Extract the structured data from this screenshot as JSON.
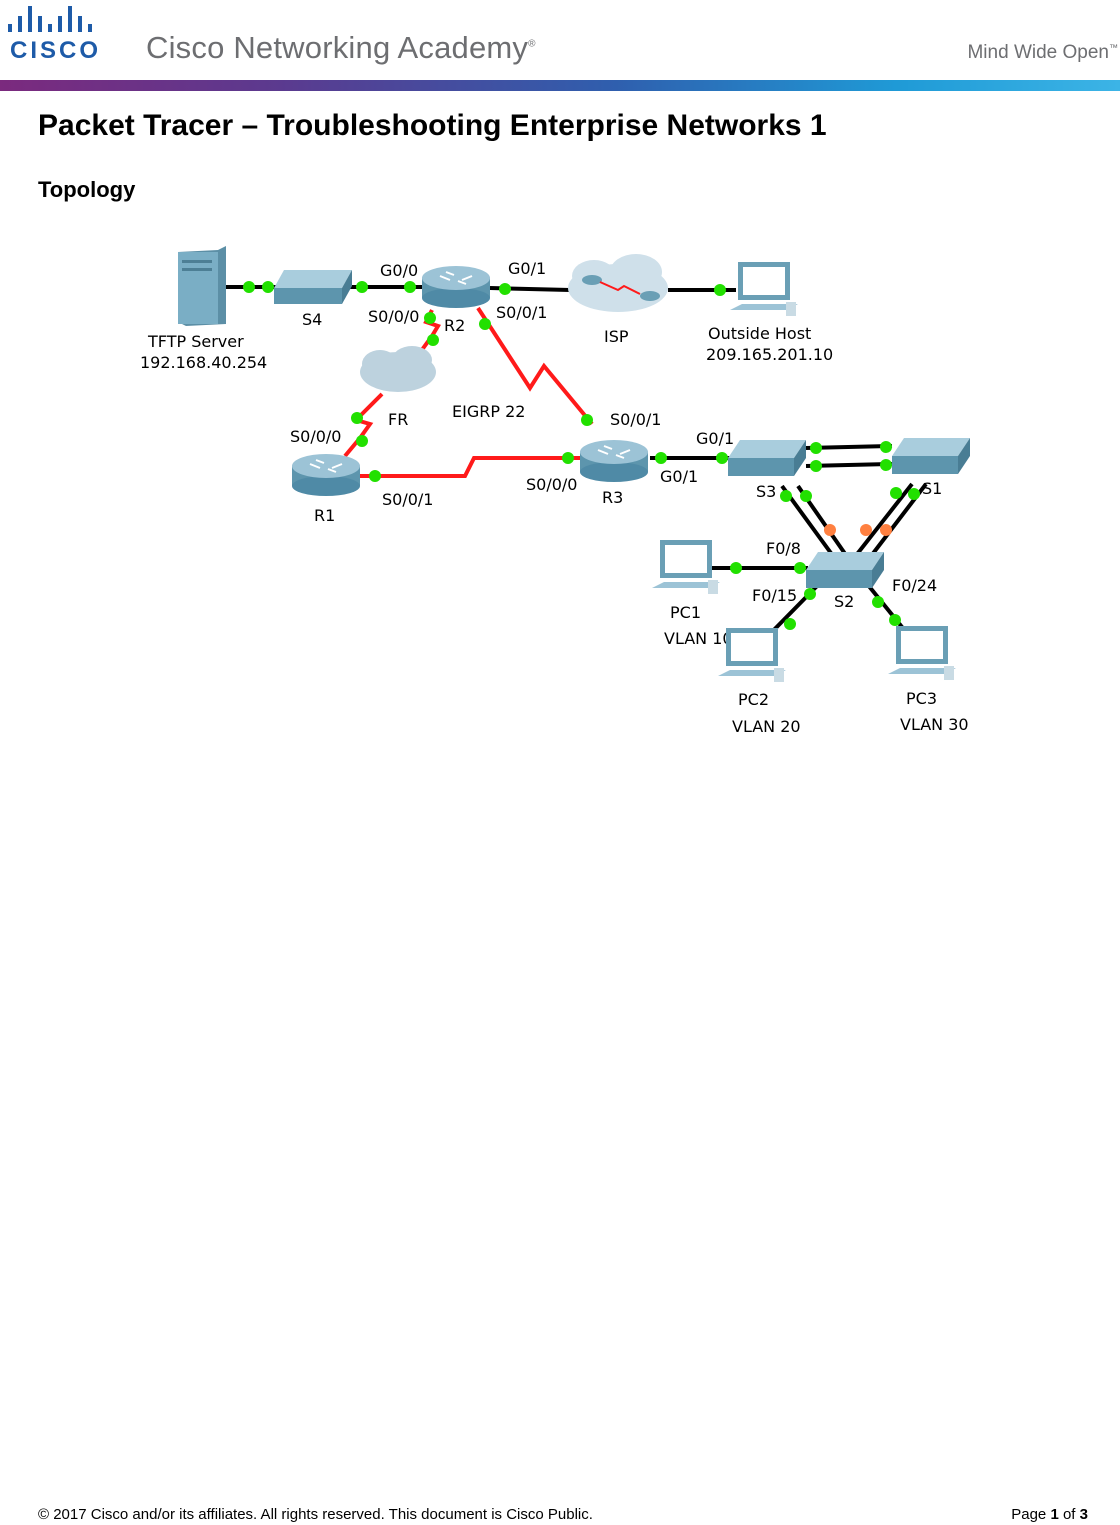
{
  "header": {
    "logo_text": "CISCO",
    "academy_title": "Cisco Networking Academy",
    "registered_mark": "®",
    "tagline": "Mind Wide Open",
    "trademark_mark": "™",
    "bar_colors": [
      "#7b2a7e",
      "#2f5fae",
      "#3cb4e6"
    ]
  },
  "document": {
    "title": "Packet Tracer – Troubleshooting Enterprise Networks 1",
    "section_heading": "Topology"
  },
  "topology": {
    "devices": {
      "tftp_server": "TFTP Server",
      "tftp_ip": "192.168.40.254",
      "s4": "S4",
      "r2": "R2",
      "isp": "ISP",
      "outside_host": "Outside Host",
      "outside_ip": "209.165.201.10",
      "fr": "FR",
      "r1": "R1",
      "r3": "R3",
      "s3": "S3",
      "s1": "S1",
      "s2": "S2",
      "pc1": "PC1",
      "pc2": "PC2",
      "pc3": "PC3"
    },
    "interfaces": {
      "r2_g00": "G0/0",
      "r2_g01": "G0/1",
      "r2_s000": "S0/0/0",
      "r2_s001": "S0/0/1",
      "r1_s000": "S0/0/0",
      "r1_s001": "S0/0/1",
      "r3_s001": "S0/0/1",
      "r3_s000": "S0/0/0",
      "r3_g01_a": "G0/1",
      "r3_g01_b": "G0/1",
      "s2_f08": "F0/8",
      "s2_f015": "F0/15",
      "s2_f024": "F0/24"
    },
    "protocol_label": "EIGRP 22",
    "vlans": {
      "pc1": "VLAN 10",
      "pc2": "VLAN 20",
      "pc3": "VLAN 30"
    },
    "colors": {
      "ethernet_link": "#000000",
      "serial_link": "#ff1a1a",
      "port_up": "#22e000",
      "port_blocking": "#ff8040",
      "device_body": "#6a9fb5"
    }
  },
  "footer": {
    "copyright": "© 2017 Cisco and/or its affiliates. All rights reserved. This document is Cisco Public.",
    "page_prefix": "Page",
    "page_current": "1",
    "page_of": "of",
    "page_total": "3"
  }
}
